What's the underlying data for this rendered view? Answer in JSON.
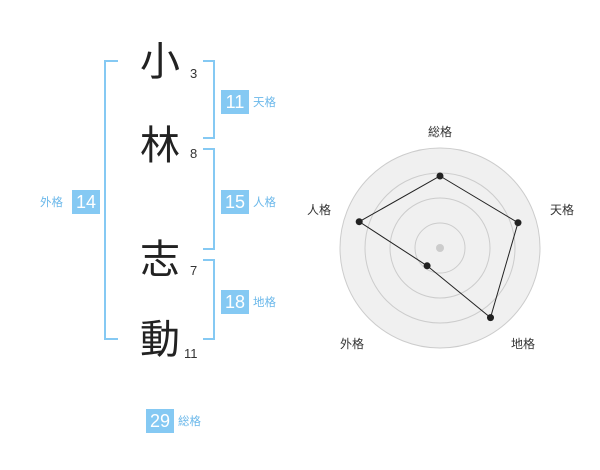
{
  "name": {
    "chars": [
      {
        "char": "小",
        "strokes": "3"
      },
      {
        "char": "林",
        "strokes": "8"
      },
      {
        "char": "志",
        "strokes": "7"
      },
      {
        "char": "動",
        "strokes": "11"
      }
    ]
  },
  "fortunes": {
    "tenkaku": {
      "value": "11",
      "label": "天格"
    },
    "jinkaku": {
      "value": "15",
      "label": "人格"
    },
    "chikaku": {
      "value": "18",
      "label": "地格"
    },
    "gaikaku": {
      "value": "14",
      "label": "外格"
    },
    "soukaku": {
      "value": "29",
      "label": "総格"
    }
  },
  "chart_data": {
    "type": "radar",
    "axes": [
      "総格",
      "天格",
      "地格",
      "外格",
      "人格"
    ],
    "values": [
      0.72,
      0.82,
      0.86,
      0.22,
      0.85
    ],
    "range": [
      0,
      1
    ],
    "rings": 4,
    "colors": {
      "fill": "#f0f0f0",
      "ring": "#cccccc",
      "polygon": "#222222",
      "center": "#cccccc",
      "accent": "#85c9f3"
    }
  }
}
